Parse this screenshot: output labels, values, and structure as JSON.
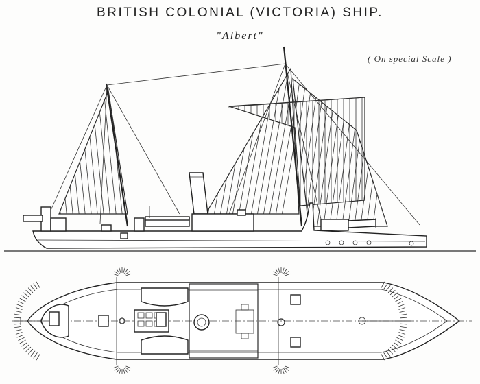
{
  "header": {
    "title": "BRITISH COLONIAL (VICTORIA) SHIP.",
    "subtitle": "\"Albert\"",
    "scale_note": "( On special Scale )"
  },
  "drawing": {
    "views": [
      "side-elevation",
      "deck-plan"
    ],
    "line_color": "#2a2a2a",
    "paper_color": "#fdfdfc"
  }
}
